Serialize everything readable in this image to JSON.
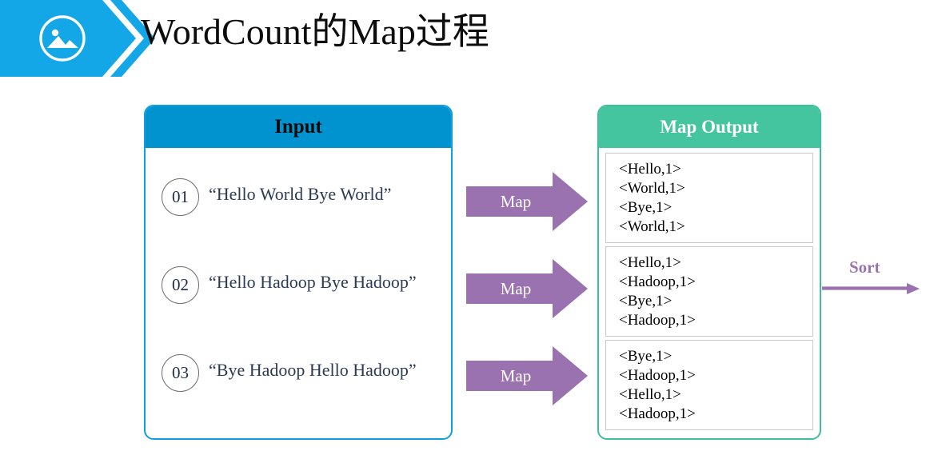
{
  "header": {
    "title": "WordCount的Map过程",
    "badge_icon": "image-photo-icon",
    "banner_color": "#13A7E8"
  },
  "input_panel": {
    "header_label": "Input",
    "header_bg": "#0093D0",
    "border_color": "#0E9FE0",
    "items": [
      {
        "number": "01",
        "text": "“Hello World Bye World”"
      },
      {
        "number": "02",
        "text": "“Hello Hadoop Bye Hadoop”"
      },
      {
        "number": "03",
        "text": "“Bye Hadoop Hello Hadoop”"
      }
    ]
  },
  "map_arrows": [
    {
      "label": "Map"
    },
    {
      "label": "Map"
    },
    {
      "label": "Map"
    }
  ],
  "map_arrow_color": "#9B72B0",
  "map_output_panel": {
    "header_label": "Map Output",
    "header_bg": "#45C4A0",
    "border_color": "#3DBF99",
    "cells": [
      {
        "pairs": [
          "<Hello,1>",
          "<World,1>",
          "<Bye,1>",
          "<World,1>"
        ]
      },
      {
        "pairs": [
          "<Hello,1>",
          "<Hadoop,1>",
          "<Bye,1>",
          "<Hadoop,1>"
        ]
      },
      {
        "pairs": [
          "<Bye,1>",
          "<Hadoop,1>",
          "<Hello,1>",
          "<Hadoop,1>"
        ]
      }
    ]
  },
  "sort": {
    "label": "Sort",
    "color": "#9B72B0"
  }
}
